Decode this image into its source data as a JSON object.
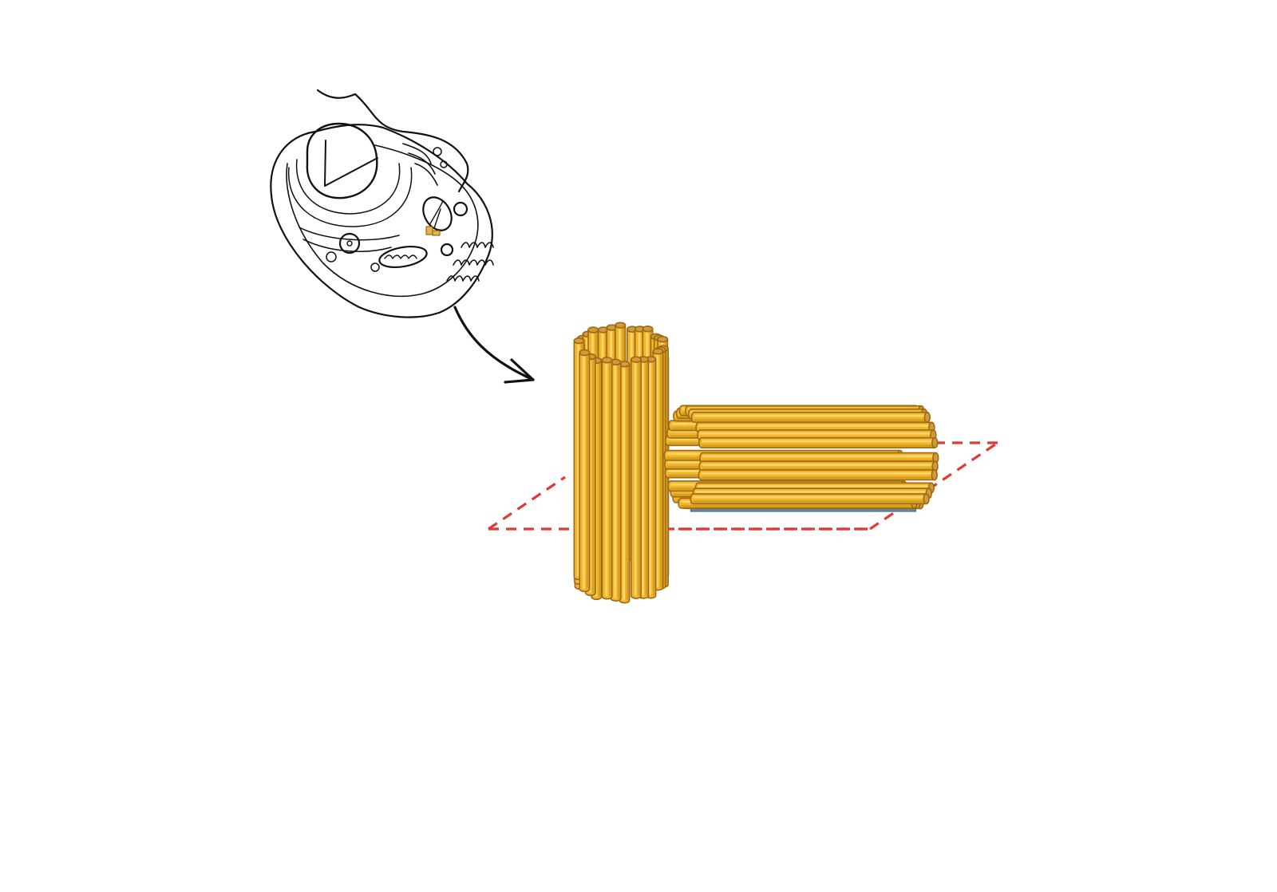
{
  "colors": {
    "background": "#ffffff",
    "outline": "#111111",
    "tube_fill": "#f2b62a",
    "tube_highlight": "#fbd56a",
    "tube_shadow": "#c58d1a",
    "tube_edge": "#9c6a14",
    "tube_end": "#d39a3d",
    "link_fill": "#5b8fb0",
    "plane_dash": "#e03a36",
    "centriole_marker": "#e8b640"
  },
  "icons": {
    "cell": "animal-cell-icon",
    "arrow": "curved-arrow-icon",
    "centriole": "centriole-icon",
    "plane": "dashed-plane-icon"
  },
  "centrioles": {
    "vertical": {
      "orientation": "vertical",
      "triplet_count": 9
    },
    "horizontal": {
      "orientation": "horizontal",
      "triplet_count": 9
    }
  }
}
